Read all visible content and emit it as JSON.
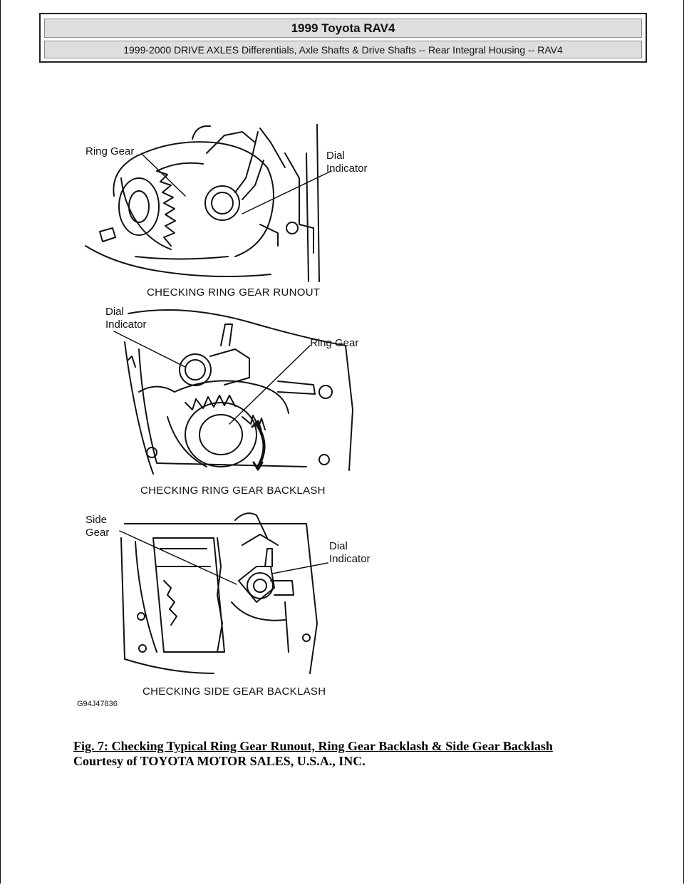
{
  "header": {
    "title": "1999 Toyota RAV4",
    "subtitle": "1999-2000 DRIVE AXLES Differentials, Axle Shafts & Drive Shafts -- Rear Integral Housing -- RAV4"
  },
  "figure": {
    "panels": [
      {
        "caption": "CHECKING RING GEAR RUNOUT",
        "labels": {
          "ring_gear": "Ring Gear",
          "dial_1": "Dial",
          "dial_2": "Indicator"
        }
      },
      {
        "caption": "CHECKING RING GEAR BACKLASH",
        "labels": {
          "dial_1": "Dial",
          "dial_2": "Indicator",
          "ring_gear": "Ring Gear"
        }
      },
      {
        "caption": "CHECKING SIDE GEAR BACKLASH",
        "labels": {
          "side_1": "Side",
          "side_2": "Gear",
          "dial_1": "Dial",
          "dial_2": "Indicator"
        }
      }
    ],
    "code": "G94J47836"
  },
  "caption": {
    "figure_title": "Fig. 7: Checking Typical Ring Gear Runout, Ring Gear Backlash & Side Gear Backlash",
    "credit": "Courtesy of TOYOTA MOTOR SALES, U.S.A., INC."
  }
}
